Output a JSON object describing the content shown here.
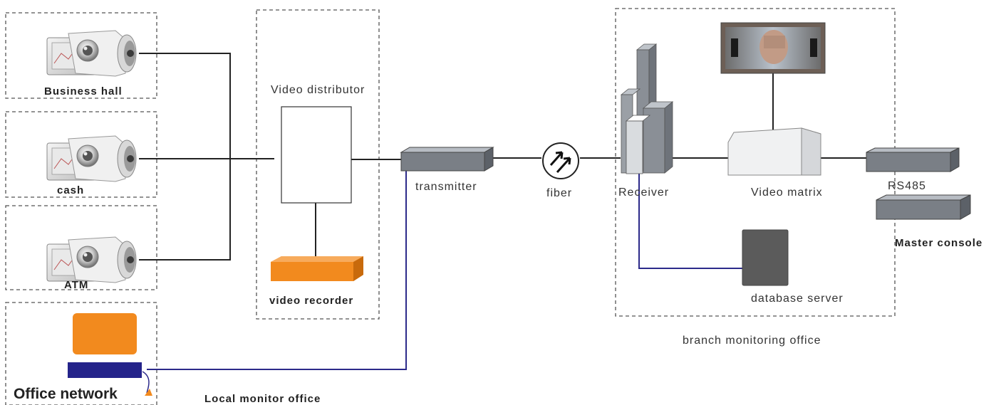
{
  "sources": {
    "business_hall": "Business hall",
    "cash": "cash",
    "atm": "ATM"
  },
  "office_network": "Office network",
  "video_distributor": "Video distributor",
  "video_recorder": "video recorder",
  "transmitter": "transmitter",
  "fiber": "fiber",
  "local_monitor_office": "Local monitor office",
  "receiver": "Receiver",
  "video_matrix": "Video matrix",
  "rs485": "RS485",
  "master_console": "Master console",
  "database_server": "database server",
  "branch_monitoring_office": "branch monitoring office",
  "colors": {
    "recorder_orange": "#f28a1e",
    "office_orange": "#f28a1e",
    "office_blue": "#24238a",
    "network_line": "#2c2a8a",
    "device_gray": "#7a7f86",
    "server_dark": "#5b5b5b"
  },
  "icons": {
    "camera": "cctv-camera-icon",
    "fiber": "fiber-optic-icon"
  }
}
